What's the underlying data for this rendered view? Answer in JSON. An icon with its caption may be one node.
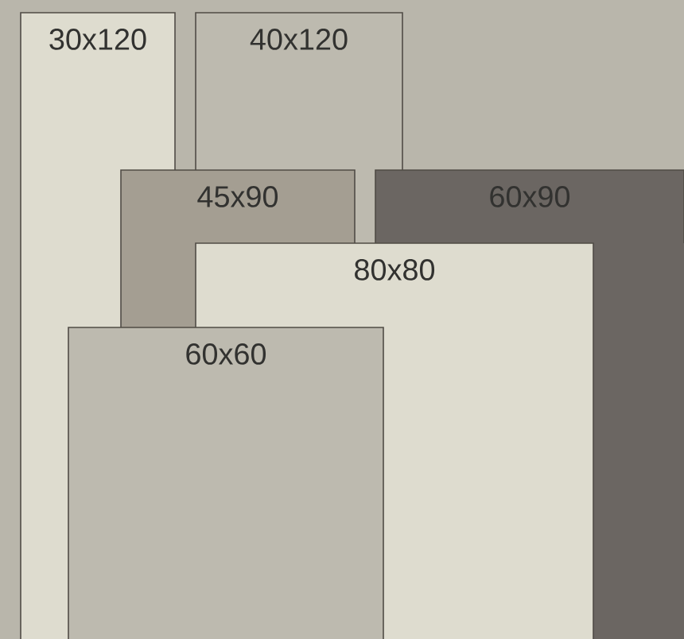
{
  "diagram": {
    "nodes": [
      {
        "text": [
          "30x120"
        ]
      },
      {
        "text": [
          "40x120"
        ]
      },
      {
        "text": [
          "45x90"
        ]
      },
      {
        "text": [
          "60x90"
        ]
      },
      {
        "text": [
          "80x80"
        ]
      },
      {
        "text": [
          "60x60"
        ]
      }
    ]
  }
}
